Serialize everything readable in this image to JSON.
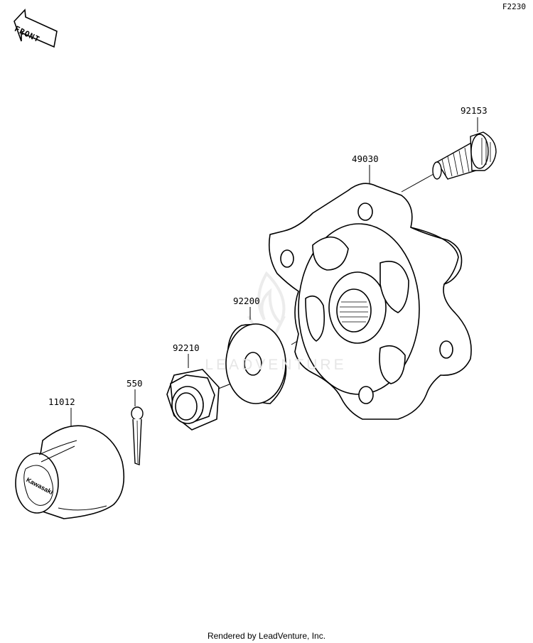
{
  "diagram_ref": "F2230",
  "orientation_label": "FRONT",
  "brand_mark": "Kawasaki",
  "watermark": "LEADVENTURE",
  "footer_credit": "Rendered by LeadVenture, Inc.",
  "parts": [
    {
      "number": "92153"
    },
    {
      "number": "49030"
    },
    {
      "number": "92200"
    },
    {
      "number": "92210"
    },
    {
      "number": "550"
    },
    {
      "number": "11012"
    }
  ]
}
